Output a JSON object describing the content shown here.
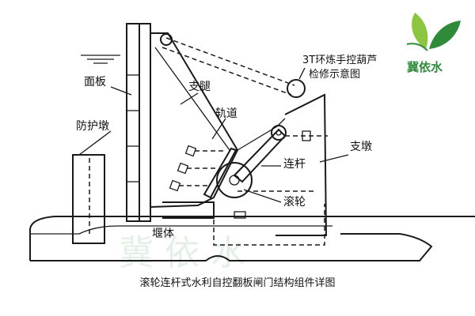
{
  "logo": {
    "text": "冀依水",
    "leaf_colors": [
      "#2e8b3a",
      "#8cc63f"
    ]
  },
  "watermark": {
    "text": "冀 依 水"
  },
  "labels": {
    "hoist": "3T环炼手控葫芦",
    "hoist_sub": "检修示意图",
    "panel": "面板",
    "leg": "支腿",
    "pier_guard": "防护墩",
    "track": "轨道",
    "support_pier": "支墩",
    "link_rod": "连杆",
    "roller": "滚轮",
    "weir_body": "堰体"
  },
  "caption": "滚轮连杆式水利自控翻板闸门结构组件详图"
}
